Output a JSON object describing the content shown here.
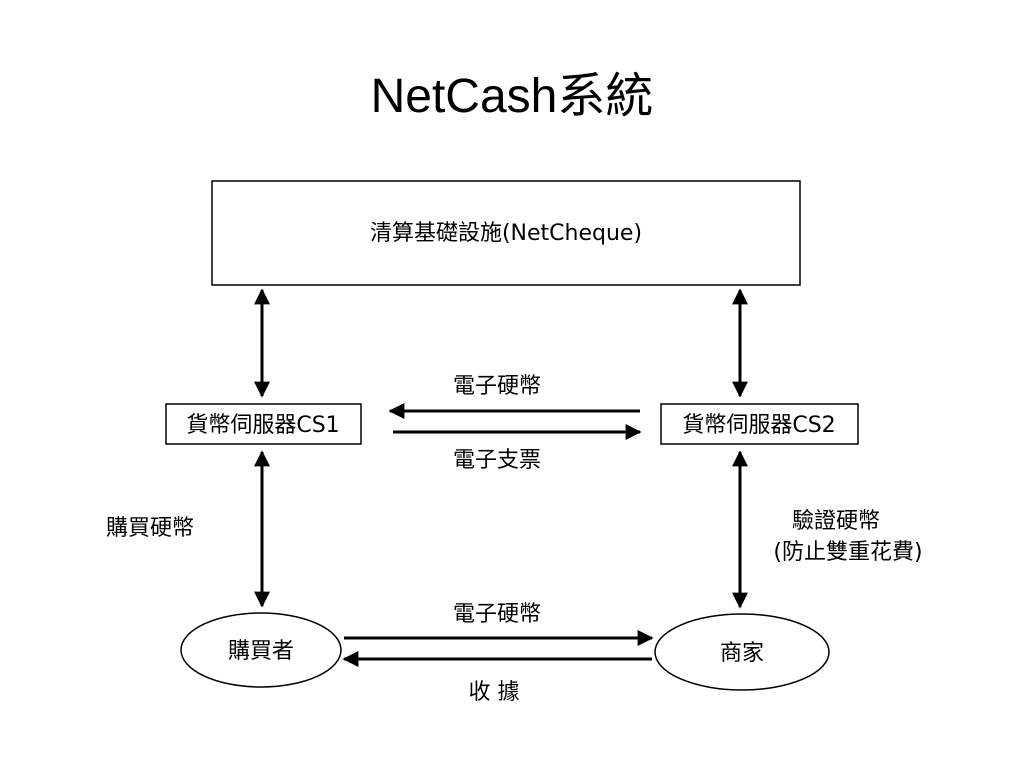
{
  "title": "NetCash系統",
  "nodes": {
    "clearing": "清算基礎設施(NetCheque)",
    "cs1": "貨幣伺服器CS1",
    "cs2": "貨幣伺服器CS2",
    "buyer": "購買者",
    "merchant": "商家"
  },
  "edges": {
    "cs2_to_cs1": "電子硬幣",
    "cs1_to_cs2": "電子支票",
    "buy_coins": "購買硬幣",
    "verify_line1": "驗證硬幣",
    "verify_line2": "(防止雙重花費)",
    "buyer_to_merchant": "電子硬幣",
    "merchant_to_buyer": "收 據"
  }
}
